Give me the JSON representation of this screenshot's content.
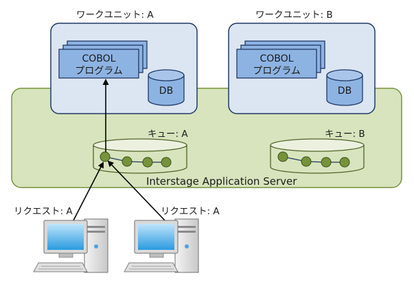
{
  "work_units": [
    {
      "title": "ワークユニット: A",
      "program_line1": "COBOL",
      "program_line2": "プログラム",
      "db_label": "DB"
    },
    {
      "title": "ワークユニット: B",
      "program_line1": "COBOL",
      "program_line2": "プログラム",
      "db_label": "DB"
    }
  ],
  "server_label": "Interstage Application Server",
  "queues": [
    {
      "label": "キュー: A"
    },
    {
      "label": "キュー: B"
    }
  ],
  "requests": [
    {
      "label": "リクエスト: A"
    },
    {
      "label": "リクエスト: A"
    }
  ],
  "colors": {
    "server_fill": "#d7e4bd",
    "server_stroke": "#76923c",
    "unit_fill": "#dce6f2",
    "unit_stroke": "#1f3864",
    "program_fill": "#8db3e2",
    "queue_node": "#76923c"
  }
}
